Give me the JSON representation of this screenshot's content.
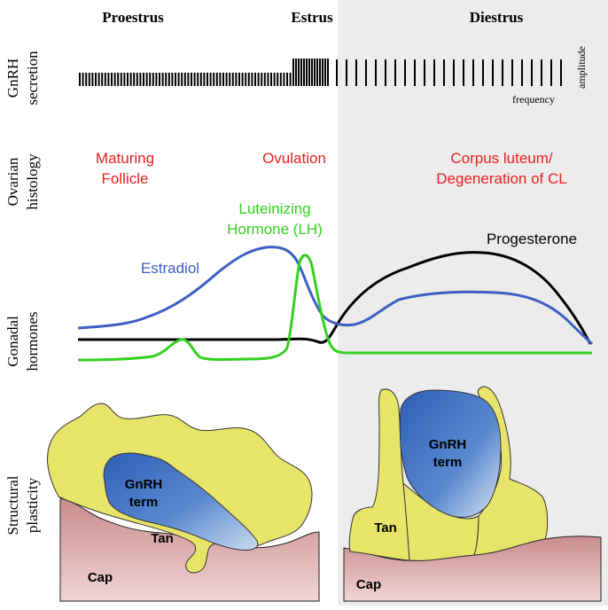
{
  "phases": {
    "proestrus": "Proestrus",
    "estrus": "Estrus",
    "diestrus": "Diestrus"
  },
  "row_labels": {
    "gnrh": [
      "GnRH",
      "secretion"
    ],
    "ovarian": [
      "Ovarian",
      "histology"
    ],
    "gonadal": [
      "Gonadal",
      "hormones"
    ],
    "structural": [
      "Structural",
      "plasticity"
    ]
  },
  "gnrh_axis": {
    "amplitude": "amplitude",
    "frequency": "frequency"
  },
  "ovarian_events": {
    "proestrus": [
      "Maturing",
      "Follicle"
    ],
    "estrus": "Ovulation",
    "diestrus": [
      "Corpus luteum/",
      "Degeneration of CL"
    ]
  },
  "hormones": {
    "lh": [
      "Luteinizing",
      "Hormone (LH)"
    ],
    "estradiol": "Estradiol",
    "progesterone": "Progesterone"
  },
  "structures": {
    "gnrh_term": [
      "GnRH",
      "term"
    ],
    "tanycyte": "Tan",
    "capillary": "Cap"
  },
  "colors": {
    "estradiol": "#3d5fc4",
    "lh": "#33d11f",
    "progesterone": "#000000",
    "ovarian_text": "#e8201e",
    "diestrus_shade": "#ececec",
    "tanycyte": "#e7e46a",
    "gnrh_term": "#4a78c6",
    "capillary": "#d49a9a"
  }
}
